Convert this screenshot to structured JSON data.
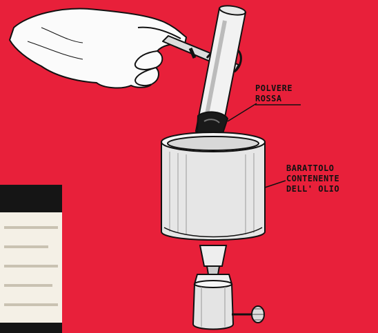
{
  "colors": {
    "background": "#e8203a",
    "ink": "#111111",
    "paper": "#f4f0e6"
  },
  "labels": {
    "polvere": {
      "line1": "POLVERE",
      "line2": "ROSSA"
    },
    "barattolo": {
      "line1": "BARATTOLO",
      "line2": "CONTENENTE",
      "line3": "DELL' OLIO"
    }
  },
  "icons": {
    "hand": "hand-holding-tongs-icon",
    "tube": "test-tube-icon",
    "can": "tin-can-icon",
    "burner": "burner-lamp-icon"
  }
}
